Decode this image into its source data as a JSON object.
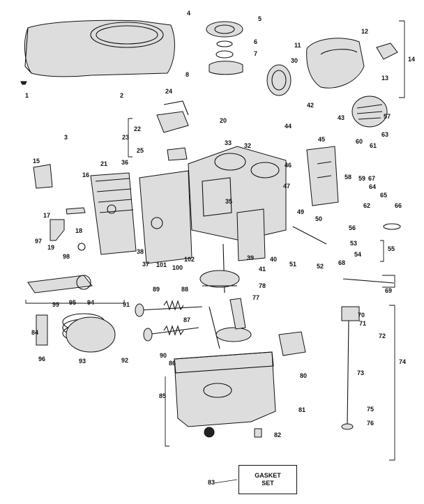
{
  "gasket_set": {
    "line1": "GASKET",
    "line2": "SET"
  },
  "callouts": [
    "1",
    "2",
    "3",
    "4",
    "5",
    "6",
    "7",
    "8",
    "11",
    "12",
    "13",
    "14",
    "15",
    "16",
    "17",
    "18",
    "19",
    "20",
    "21",
    "22",
    "23",
    "24",
    "25",
    "30",
    "32",
    "33",
    "35",
    "36",
    "37",
    "38",
    "39",
    "40",
    "41",
    "42",
    "43",
    "44",
    "45",
    "46",
    "47",
    "49",
    "50",
    "51",
    "52",
    "53",
    "54",
    "55",
    "56",
    "57",
    "58",
    "59",
    "60",
    "61",
    "62",
    "63",
    "64",
    "65",
    "66",
    "67",
    "68",
    "69",
    "70",
    "71",
    "72",
    "73",
    "74",
    "75",
    "76",
    "77",
    "78",
    "80",
    "81",
    "82",
    "83",
    "84",
    "85",
    "86",
    "87",
    "88",
    "89",
    "90",
    "91",
    "92",
    "93",
    "94",
    "95",
    "96",
    "97",
    "98",
    "99",
    "100",
    "101",
    "102"
  ]
}
